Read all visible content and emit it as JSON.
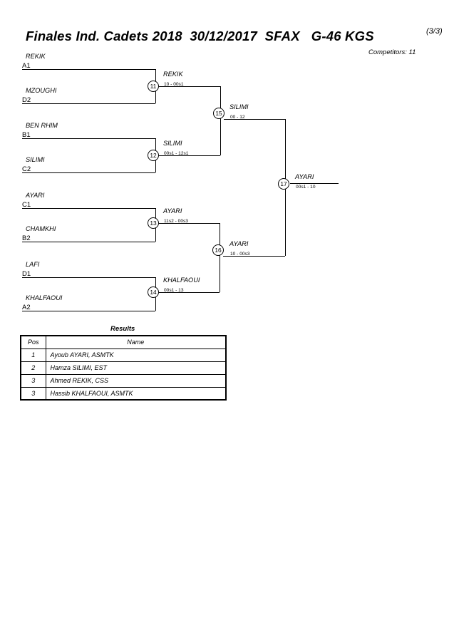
{
  "header": {
    "title": "Finales Ind. Cadets 2018  30/12/2017  SFAX   G-46 KGS",
    "page_indicator": "(3/3)",
    "competitors": "Competitors: 11"
  },
  "bracket": {
    "round1": [
      {
        "name": "REKIK",
        "seed": "A1"
      },
      {
        "name": "MZOUGHI",
        "seed": "D2"
      },
      {
        "name": "BEN RHIM",
        "seed": "B1"
      },
      {
        "name": "SILIMI",
        "seed": "C2"
      },
      {
        "name": "AYARI",
        "seed": "C1"
      },
      {
        "name": "CHAMKHI",
        "seed": "B2"
      },
      {
        "name": "LAFI",
        "seed": "D1"
      },
      {
        "name": "KHALFAOUI",
        "seed": "A2"
      }
    ],
    "matches": [
      {
        "number": "11",
        "winner": "REKIK",
        "score": "10 - 00s1"
      },
      {
        "number": "12",
        "winner": "SILIMI",
        "score": "00s1 - 12s1"
      },
      {
        "number": "13",
        "winner": "AYARI",
        "score": "11s2 - 00s3"
      },
      {
        "number": "14",
        "winner": "KHALFAOUI",
        "score": "00s1 - 13"
      },
      {
        "number": "15",
        "winner": "SILIMI",
        "score": "00 - 12"
      },
      {
        "number": "16",
        "winner": "AYARI",
        "score": "10 - 00s3"
      },
      {
        "number": "17",
        "winner": "AYARI",
        "score": "00s1 - 10"
      }
    ]
  },
  "results": {
    "caption": "Results",
    "columns": [
      "Pos",
      "Name"
    ],
    "rows": [
      {
        "pos": "1",
        "name": "Ayoub AYARI, ASMTK"
      },
      {
        "pos": "2",
        "name": "Hamza SILIMI, EST"
      },
      {
        "pos": "3",
        "name": "Ahmed REKIK, CSS"
      },
      {
        "pos": "3",
        "name": "Hassib KHALFAOUI, ASMTK"
      }
    ]
  }
}
